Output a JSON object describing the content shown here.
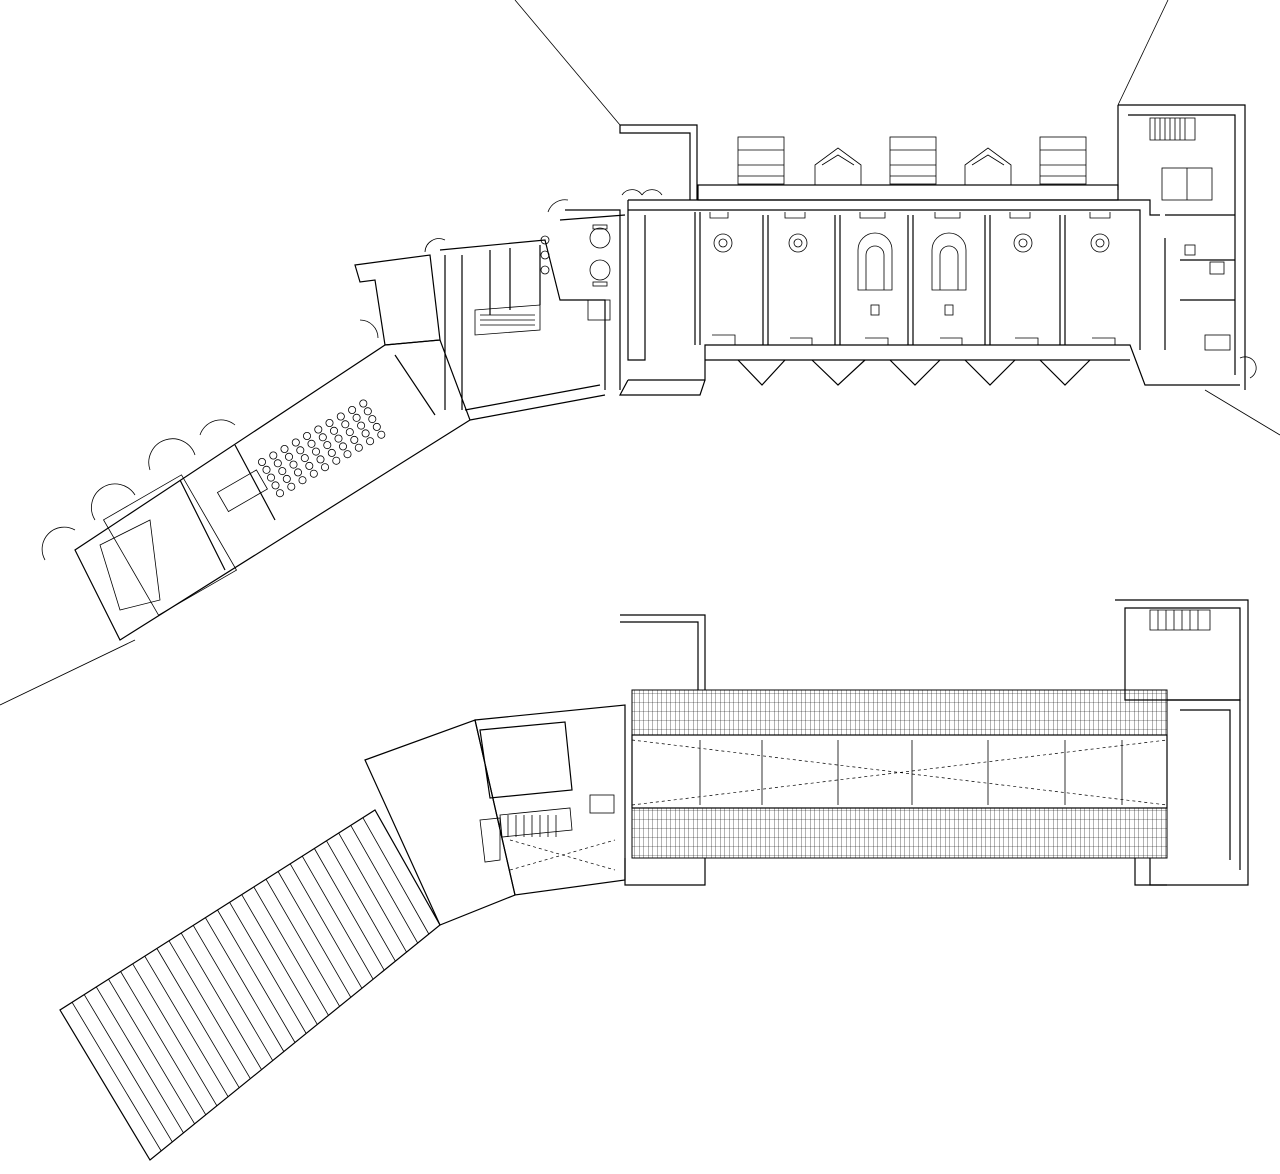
{
  "drawing": {
    "kind": "architectural floor plans",
    "plans": [
      "ground-floor-plan",
      "upper-floor-roof-plan"
    ],
    "line_color": "#000000",
    "background_color": "#ffffff"
  },
  "ground_floor": {
    "bays": 6,
    "auditorium_rows": 10,
    "seats_per_row": 5,
    "cafe_tables": 2
  },
  "upper_floor": {
    "roof_bays": 7,
    "ramp_treads": 26
  }
}
